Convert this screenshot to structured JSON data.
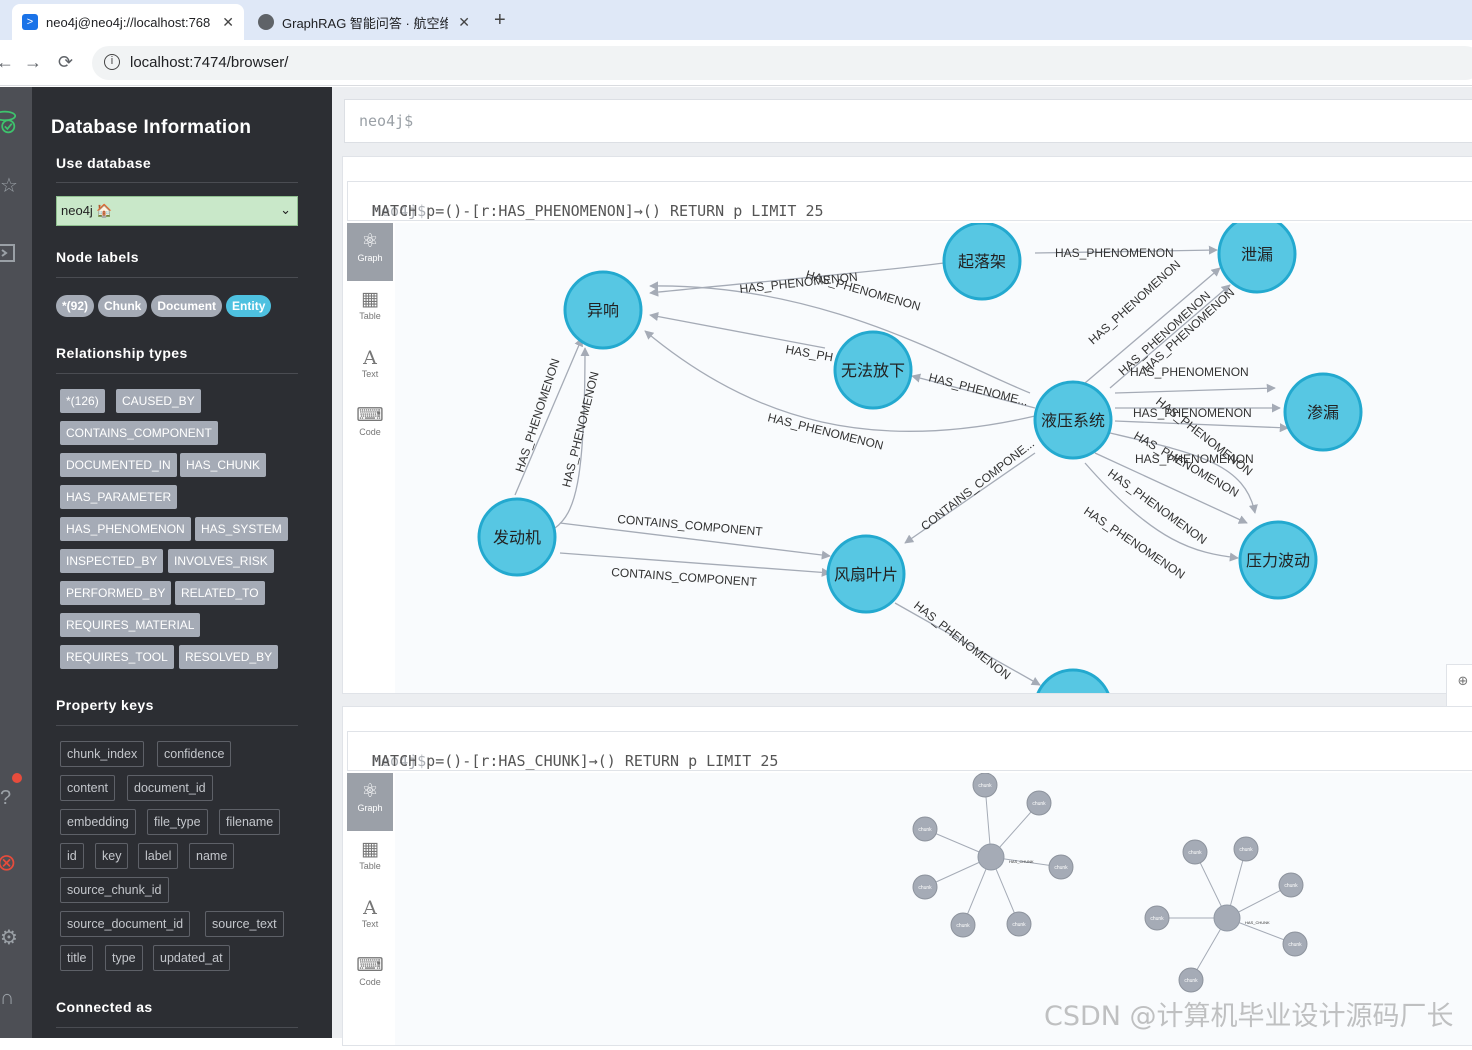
{
  "browser": {
    "tabs": [
      {
        "title": "neo4j@neo4j://localhost:768",
        "active": true,
        "favicon": "neo4j-favicon"
      },
      {
        "title": "GraphRAG 智能问答 · 航空维",
        "active": false,
        "favicon": "globe-icon"
      }
    ],
    "url": "localhost:7474/browser/"
  },
  "sidebar": {
    "title": "Database Information",
    "use_database_label": "Use database",
    "selected_database": "neo4j 🏠",
    "node_labels_heading": "Node labels",
    "node_labels": [
      "*(92)",
      "Chunk",
      "Document",
      "Entity"
    ],
    "relationship_types_heading": "Relationship types",
    "relationship_types": [
      "*(126)",
      "CAUSED_BY",
      "CONTAINS_COMPONENT",
      "DOCUMENTED_IN",
      "HAS_CHUNK",
      "HAS_PARAMETER",
      "HAS_PHENOMENON",
      "HAS_SYSTEM",
      "INSPECTED_BY",
      "INVOLVES_RISK",
      "PERFORMED_BY",
      "RELATED_TO",
      "REQUIRES_MATERIAL",
      "REQUIRES_TOOL",
      "RESOLVED_BY"
    ],
    "property_keys_heading": "Property keys",
    "property_keys": [
      "chunk_index",
      "confidence",
      "content",
      "document_id",
      "embedding",
      "file_type",
      "filename",
      "id",
      "key",
      "label",
      "name",
      "source_chunk_id",
      "source_document_id",
      "source_text",
      "title",
      "type",
      "updated_at"
    ],
    "connected_as_heading": "Connected as"
  },
  "editor": {
    "prompt": "neo4j$"
  },
  "frames": [
    {
      "prompt": "neo4j$",
      "query": "MATCH p=()-[r:HAS_PHENOMENON]→() RETURN p LIMIT 25"
    },
    {
      "prompt": "neo4j$",
      "query": "MATCH p=()-[r:HAS_CHUNK]→() RETURN p LIMIT 25"
    }
  ],
  "view_tabs": [
    "Graph",
    "Table",
    "Text",
    "Code"
  ],
  "graph1": {
    "nodes": [
      "起落架",
      "泄漏",
      "异响",
      "无法放下",
      "液压系统",
      "渗漏",
      "发动机",
      "风扇叶片",
      "压力波动"
    ],
    "relationships": {
      "has_phenomenon": "HAS_PHENOMENON",
      "has_phenomenon_cut": "HAS_PHENOME...",
      "has_phenomenon_short": "HAS_PH",
      "contains_component": "CONTAINS_COMPONENT",
      "contains_component_cut": "CONTAINS_COMPONE..."
    }
  },
  "graph2": {
    "center_label": "HAS_CHUNK",
    "chunk_caption": "chunk"
  },
  "colors": {
    "entity": "#57c7e3",
    "entity_border": "#23a9cf",
    "chunk": "#a5abb6",
    "sidebar_bg": "#2c2e33",
    "db_select_bg": "#c9e8c9"
  },
  "watermark": "CSDN @计算机毕业设计源码厂长"
}
